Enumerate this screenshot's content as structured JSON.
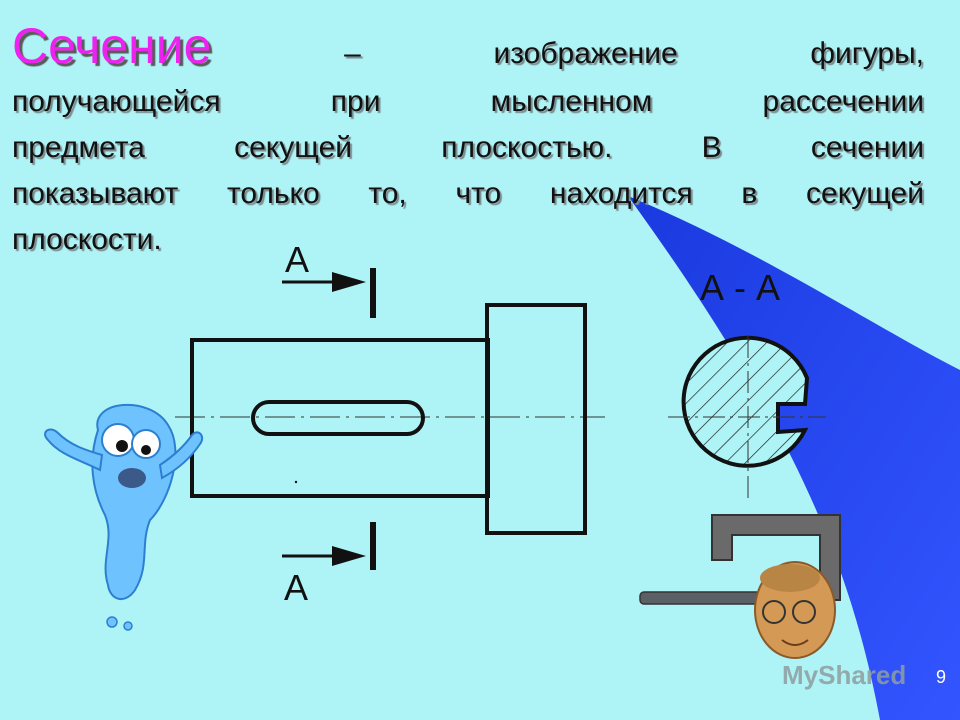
{
  "definition": {
    "term": "Сечение",
    "line1_words": [
      "–",
      "изображение",
      "фигуры,"
    ],
    "line2": "получающейся при мысленном рассечении",
    "line3": "предмета секущей плоскостью. В сечении",
    "line4": "показывают только то, что находится в секущей",
    "line5": "плоскости."
  },
  "drawing": {
    "arrow_top_label": "А",
    "arrow_bottom_label": "А",
    "section_label": "А - А"
  },
  "watermark": "MyShared",
  "page_number": "9",
  "colors": {
    "background": "#aef3f6",
    "term": "#ee22ee",
    "blue_panel": "#2244ee"
  }
}
